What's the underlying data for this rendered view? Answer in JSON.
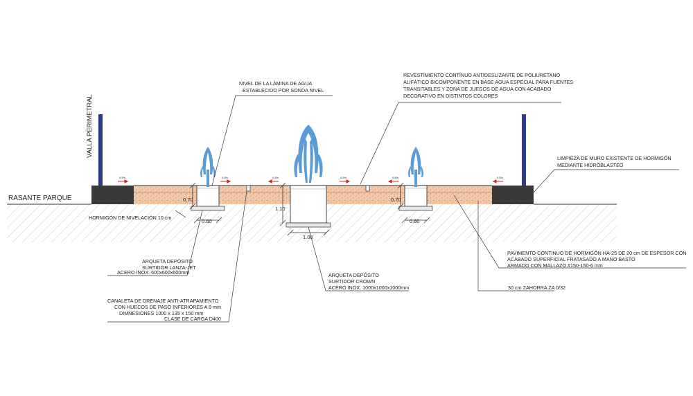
{
  "labels": {
    "valla": "VALLA PERIMETRAL",
    "rasante": "RASANTE PARQUE",
    "nivel": [
      "NIVEL DE LA LÁMINA DE AGUA",
      "ESTABLECIDO POR SONDA NIVEL"
    ],
    "revestimiento": [
      "REVESTIMIENTO CONTÍNUO ANTIDESLIZANTE DE POLIURETANO",
      "ALIFÁTICO BICOMPONENTE EN BASE AGUA ESPECIAL PARA FUENTES",
      "TRANSITABLES Y ZONA DE JUEGOS DE AGUA CON ACABADO",
      "DECORATIVO EN DISTINTOS COLORES"
    ],
    "limpieza": [
      "LIMPIEZA DE MURO EXISTENTE DE HORMIGÓN",
      "MEDIANTE HIDROBLASTEO"
    ],
    "hormigon_nivelacion": "HORMIGÓN DE NIVELACIÓN 10 cm",
    "arqueta_lanza": [
      "ARQUETA DEPÓSITO",
      "SURTIDOR LANZA-JET",
      "ACERO INOX. 600x600x600mm"
    ],
    "canaleta": [
      "CANALETA DE DRENAJE ANTI-ATRAPAMIENTO",
      "CON HUECOS DE PASO INFERIORES A 8 mm",
      "DIMNESIONES 1000 x 135 x 150 mm",
      "CLASE DE CARGA D400"
    ],
    "arqueta_crown": [
      "ARQUETA DEPÓSITO",
      "SURTIDOR CROWN",
      "ACERO INOX. 1000x1000x1000mm"
    ],
    "pavimento": [
      "PAVIMENTO CONTINUO DE HORMIGÓN HA-25 DE 20 cm DE ESPESOR CON",
      "ACABADO SUPERFICIAL FRATASADO A MANO BASTO",
      "ARMADO CON MALLAZO #150-150-6 mm"
    ],
    "zahorra": "30 cm ZAHORRA ZA 0/32"
  },
  "dimensions": {
    "h_left": "0.70",
    "h_right": "0.70",
    "w_left": "0.60",
    "w_right": "0.60",
    "h_center": "1.10",
    "w_center": "1.00"
  },
  "slope_label": "0.5%",
  "colors": {
    "post": "#2e3a8c",
    "wall": "#3a3a3a",
    "gravel": "#f2c9a8",
    "gravel_dot": "#c8642a",
    "fountain": "#5a9bd8",
    "arrow": "#d42020",
    "leader": "#333333"
  }
}
